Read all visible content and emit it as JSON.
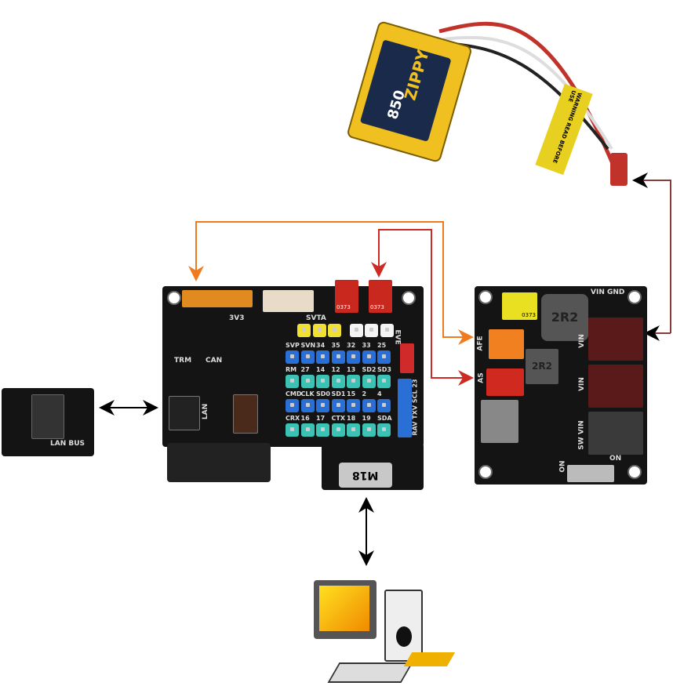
{
  "battery": {
    "brand": "ZIPPY",
    "capacity": "850",
    "warning_text": "WARNING READ BEFORE USE"
  },
  "lan_board": {
    "label": "LAN BUS"
  },
  "main_board": {
    "power_label": "3V3",
    "trm_label": "TRM",
    "can_label": "CAN",
    "lan_label": "LAN",
    "usb_label": "M18",
    "top_label": "SVTA",
    "pin_rows": [
      {
        "labels": [
          "SVP",
          "SVN",
          "34",
          "35",
          "32",
          "33",
          "25"
        ],
        "color": "#2a6fd6"
      },
      {
        "labels": [
          "RM",
          "27",
          "14",
          "12",
          "13",
          "SD2",
          "SD3"
        ],
        "color": "#3cc2b4"
      },
      {
        "labels": [
          "CMD",
          "CLK",
          "SD0",
          "SD1",
          "15",
          "2",
          "4"
        ],
        "color": "#2a6fd6"
      },
      {
        "labels": [
          "CRX",
          "16",
          "17",
          "CTX",
          "18",
          "19",
          "SDA"
        ],
        "color": "#3cc2b4"
      }
    ],
    "side_label": "RAV TXV SCL 23",
    "eve_label": "EVE",
    "chip_labels": [
      "0373",
      "0373"
    ]
  },
  "power_board": {
    "vin_gnd": "VIN GND",
    "inductor": "2R2",
    "afe": "AFE",
    "as": "AS",
    "vin": "VIN",
    "sw_vin": "SW VIN",
    "on": "ON",
    "on_switch": "ON",
    "chip": "0373"
  },
  "colors": {
    "orange": "#f07a1e",
    "red": "#cc2a22",
    "darkred": "#8b3a3a"
  }
}
